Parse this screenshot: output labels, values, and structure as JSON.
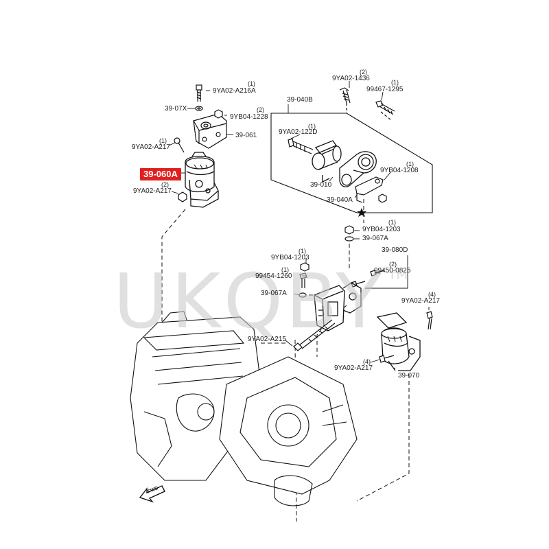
{
  "watermark": {
    "text": "UKQBY",
    "mark": "™"
  },
  "highlight_color": "#e02020",
  "callouts": {
    "c1": {
      "code": "9YA02-A216A",
      "qty": "(1)"
    },
    "c2": {
      "code": "39-07X"
    },
    "c3": {
      "code": "9YB04-1228",
      "qty": "(2)"
    },
    "c4": {
      "code": "39-061"
    },
    "c5": {
      "code": "9YA02-A217",
      "qty": "(1)"
    },
    "c6": {
      "code": "39-060A"
    },
    "c7": {
      "code": "9YA02-A217",
      "qty": "(2)"
    },
    "c8": {
      "code": "9YA02-1436",
      "qty": "(2)"
    },
    "c9": {
      "code": "99467-1295",
      "qty": "(1)"
    },
    "c10": {
      "code": "39-040B"
    },
    "c11": {
      "code": "9YA02-122D",
      "qty": "(1)"
    },
    "c12": {
      "code": "9YB04-1208",
      "qty": "(1)"
    },
    "c13": {
      "code": "39-010"
    },
    "c14": {
      "code": "39-040A"
    },
    "c15": {
      "code": "9YB04-1203",
      "qty": "(1)"
    },
    "c16": {
      "code": "39-067A"
    },
    "c17": {
      "code": "9YB04-1203",
      "qty": "(1)"
    },
    "c18": {
      "code": "39-080D"
    },
    "c19": {
      "code": "99450-0825",
      "qty": "(2)"
    },
    "c20": {
      "code": "99454-1260",
      "qty": "(1)"
    },
    "c21": {
      "code": "39-067A"
    },
    "c22": {
      "code": "9YA02-A217",
      "qty": "(4)"
    },
    "c23": {
      "code": "9YA02-A215"
    },
    "c24": {
      "code": "9YA02-A217",
      "qty": "(4)"
    },
    "c25": {
      "code": "39-070"
    }
  },
  "fwd_label": "FWD"
}
